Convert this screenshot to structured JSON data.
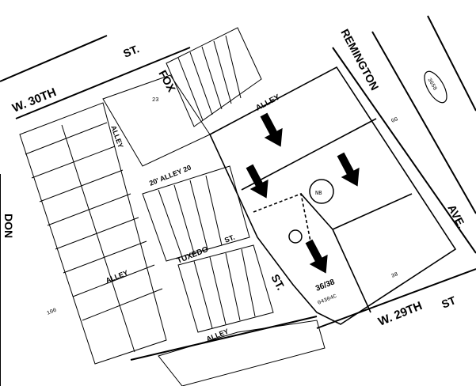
{
  "streets": {
    "w30": "W. 30TH",
    "st_top": "ST.",
    "remington": "REMINGTON",
    "fox": "FOX",
    "st_mid": "ST.",
    "ave": "AVE.",
    "w29": "W. 29TH",
    "st_bottom": "ST",
    "don": "DON",
    "tuxedo": "TUXEDO",
    "tuxedo_st": "ST."
  },
  "alleys": {
    "top": "ALLEY",
    "twenty_ft": "20' ALLEY 20",
    "left": "ALLEY",
    "left2": "ALLEY",
    "bottom": "ALLEY"
  },
  "parcels": {
    "lot_38_43": "36/38",
    "lot_code": "04304C",
    "circle_label": "NB",
    "map_ref": "3658",
    "lot_38": "38",
    "lot_23": "23",
    "lot_gg": "GG",
    "lot_100": "100"
  },
  "colors": {
    "ink": "#000000",
    "paper": "#ffffff"
  }
}
